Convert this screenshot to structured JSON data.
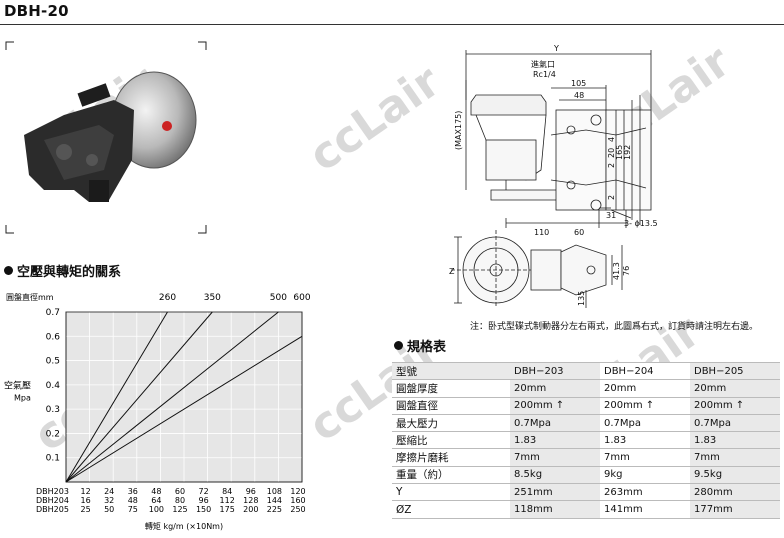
{
  "header": {
    "model": "DBH-20"
  },
  "watermark": {
    "text": "ccLair"
  },
  "photo": {
    "icon": "brake-caliper-photo"
  },
  "drawing": {
    "labels": {
      "y": "Y",
      "inlet": "進氣口",
      "inlet_thread": "Rc1/4",
      "max_height": "(MAX175)",
      "d105": "105",
      "d48": "48",
      "d4": "4",
      "d20": "20",
      "d2a": "2",
      "d165": "165",
      "d192": "192",
      "d2b": "2",
      "d31": "31",
      "d110": "110",
      "d60": "60",
      "hole": "3- ϕ13.5",
      "z": "Z",
      "d41": "41.3",
      "d76": "76",
      "d135": "135"
    },
    "note": "注：卧式型碟式制動器分左右兩式，此圖爲右式，訂貨時請注明左右邊。"
  },
  "relation": {
    "title": "空壓與轉矩的關系",
    "chart_data": {
      "type": "line",
      "title": "",
      "x_tick_label_rows": [
        {
          "label": "DBH203",
          "values": [
            12,
            24,
            36,
            48,
            60,
            72,
            84,
            96,
            108,
            120
          ]
        },
        {
          "label": "DBH204",
          "values": [
            16,
            32,
            48,
            64,
            80,
            96,
            112,
            128,
            144,
            160
          ]
        },
        {
          "label": "DBH205",
          "values": [
            25,
            50,
            75,
            100,
            125,
            150,
            175,
            200,
            225,
            250
          ]
        }
      ],
      "xlabel": "轉矩 kg/m (×10Nm)",
      "ylabel": "空氣壓",
      "yunit": "Mpa",
      "ylim": [
        0,
        0.7
      ],
      "y_ticks": [
        0.1,
        0.2,
        0.3,
        0.4,
        0.5,
        0.6,
        0.7
      ],
      "xlim": [
        0,
        10
      ],
      "series_label": "圓盤直徑mm",
      "series": [
        {
          "name": "260",
          "x": [
            0,
            4.3
          ],
          "y": [
            0,
            0.7
          ]
        },
        {
          "name": "350",
          "x": [
            0,
            6.2
          ],
          "y": [
            0,
            0.7
          ]
        },
        {
          "name": "500",
          "x": [
            0,
            9.0
          ],
          "y": [
            0,
            0.7
          ]
        },
        {
          "name": "600",
          "x": [
            0,
            10.0
          ],
          "y": [
            0,
            0.6
          ]
        }
      ],
      "grid": true
    }
  },
  "specs": {
    "title": "規格表",
    "columns": [
      "型號",
      "DBH−203",
      "DBH−204",
      "DBH−205"
    ],
    "rows": [
      [
        "圓盤厚度",
        "20mm",
        "20mm",
        "20mm"
      ],
      [
        "圓盤直徑",
        "200mm ↑",
        "200mm ↑",
        "200mm ↑"
      ],
      [
        "最大壓力",
        "0.7Mpa",
        "0.7Mpa",
        "0.7Mpa"
      ],
      [
        "壓縮比",
        "1.83",
        "1.83",
        "1.83"
      ],
      [
        "摩擦片磨耗",
        "7mm",
        "7mm",
        "7mm"
      ],
      [
        "重量（約）",
        "8.5kg",
        "9kg",
        "9.5kg"
      ],
      [
        "Y",
        "251mm",
        "263mm",
        "280mm"
      ],
      [
        "ØZ",
        "118mm",
        "141mm",
        "177mm"
      ]
    ]
  }
}
